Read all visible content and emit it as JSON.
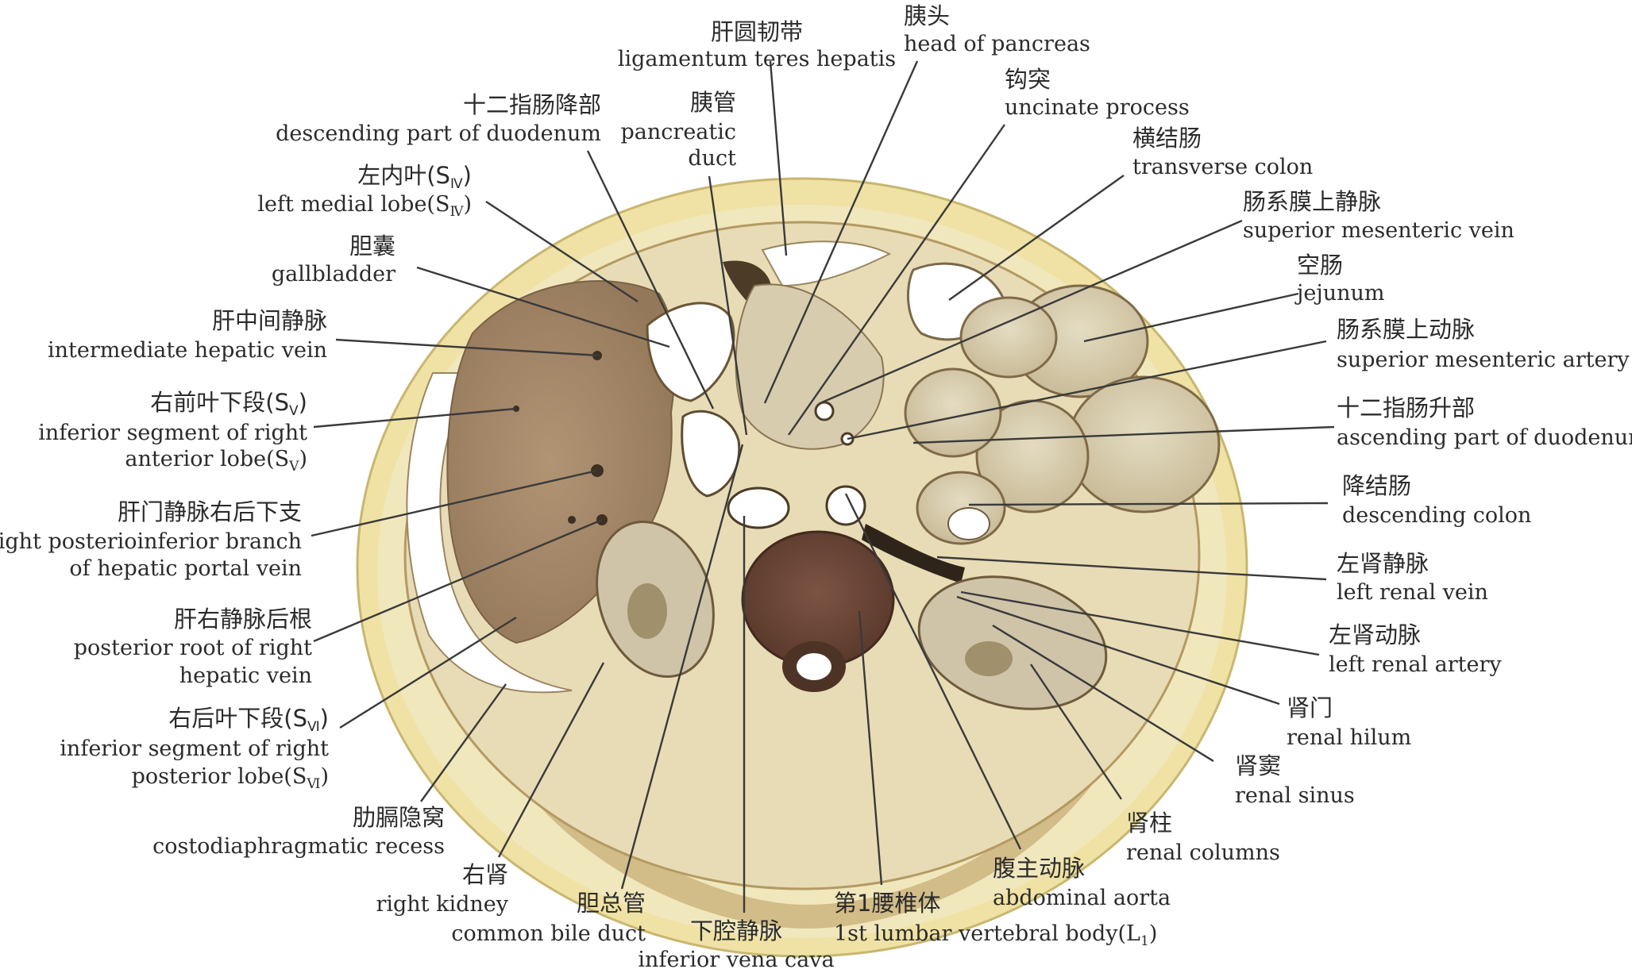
{
  "labels": {
    "ligamentum_teres": {
      "zh": "肝圆韧带",
      "en": "ligamentum teres hepatis"
    },
    "head_pancreas": {
      "zh": "胰头",
      "en": "head of pancreas"
    },
    "uncinate": {
      "zh": "钩突",
      "en": "uncinate process"
    },
    "descending_duodenum": {
      "zh": "十二指肠降部",
      "en": "descending part of duodenum"
    },
    "pancreatic_duct": {
      "zh": "胰管",
      "en1": "pancreatic",
      "en2": "duct"
    },
    "transverse_colon": {
      "zh": "横结肠",
      "en": "transverse colon"
    },
    "left_medial_lobe": {
      "zh": "左内叶(S",
      "zh_sub": "Ⅳ",
      "en": "left medial lobe(S",
      "en_sub": "Ⅳ",
      "close": ")"
    },
    "sup_mes_vein": {
      "zh": "肠系膜上静脉",
      "en": "superior mesenteric vein"
    },
    "gallbladder": {
      "zh": "胆囊",
      "en": "gallbladder"
    },
    "jejunum": {
      "zh": "空肠",
      "en": "jejunum"
    },
    "intermediate_hv": {
      "zh": "肝中间静脉",
      "en": "intermediate hepatic vein"
    },
    "sup_mes_artery": {
      "zh": "肠系膜上动脉",
      "en": "superior mesenteric artery"
    },
    "right_ant_inf": {
      "zh": "右前叶下段(S",
      "zh_sub": "Ⅴ",
      "en1": "inferior segment of right",
      "en2": "anterior lobe(S",
      "en_sub": "Ⅴ",
      "close": ")"
    },
    "asc_duodenum": {
      "zh": "十二指肠升部",
      "en": "ascending part of duodenum"
    },
    "portal_branch": {
      "zh": "肝门静脉右后下支",
      "en1": "right posterioinferior branch",
      "en2": "of hepatic portal vein"
    },
    "descending_colon": {
      "zh": "降结肠",
      "en": "descending colon"
    },
    "left_renal_vein": {
      "zh": "左肾静脉",
      "en": "left renal vein"
    },
    "right_hv_root": {
      "zh": "肝右静脉后根",
      "en1": "posterior root of right",
      "en2": "hepatic vein"
    },
    "left_renal_artery": {
      "zh": "左肾动脉",
      "en": "left renal artery"
    },
    "renal_hilum": {
      "zh": "肾门",
      "en": "renal hilum"
    },
    "right_post_inf": {
      "zh": "右后叶下段(S",
      "zh_sub": "Ⅵ",
      "en1": "inferior segment of right",
      "en2": "posterior lobe(S",
      "en_sub": "Ⅵ",
      "close": ")"
    },
    "renal_sinus": {
      "zh": "肾窦",
      "en": "renal sinus"
    },
    "costodiaphragmatic": {
      "zh": "肋膈隐窝",
      "en": "costodiaphragmatic recess"
    },
    "renal_columns": {
      "zh": "肾柱",
      "en": "renal columns"
    },
    "right_kidney": {
      "zh": "右肾",
      "en": "right kidney"
    },
    "abdominal_aorta": {
      "zh": "腹主动脉",
      "en": "abdominal aorta"
    },
    "common_bile_duct": {
      "zh": "胆总管",
      "en": "common bile duct"
    },
    "lumbar_body": {
      "zh": "第1腰椎体",
      "en": "1st lumbar vertebral body(L",
      "en_sub": "1",
      "close": ")"
    },
    "ivc": {
      "zh": "下腔静脉",
      "en": "inferior vena cava"
    }
  },
  "colors": {
    "skin": "#efe2a4",
    "fat": "#f4ecc8",
    "liver": "#a58a68",
    "bowel": "#ddd3b8",
    "muscle": "#8a6a48",
    "vertebra": "#6e4a3a",
    "label_text": "#2b2b2b"
  }
}
